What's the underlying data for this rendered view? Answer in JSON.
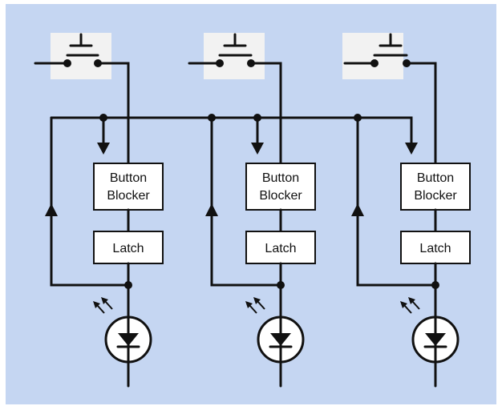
{
  "colors": {
    "background": "#c5d6f2",
    "frame": "#ffffff",
    "wire": "#111111",
    "box_fill": "#ffffff",
    "switch_fill": "#f2f2f2"
  },
  "channels": [
    {
      "blocker_label_line1": "Button",
      "blocker_label_line2": "Blocker",
      "latch_label": "Latch"
    },
    {
      "blocker_label_line1": "Button",
      "blocker_label_line2": "Blocker",
      "latch_label": "Latch"
    },
    {
      "blocker_label_line1": "Button",
      "blocker_label_line2": "Blocker",
      "latch_label": "Latch"
    }
  ],
  "icons": {
    "switch": "pushbutton-switch-icon",
    "led": "led-diode-icon",
    "light": "light-emission-arrows-icon",
    "arrow": "arrowhead-icon",
    "junction": "junction-dot"
  }
}
